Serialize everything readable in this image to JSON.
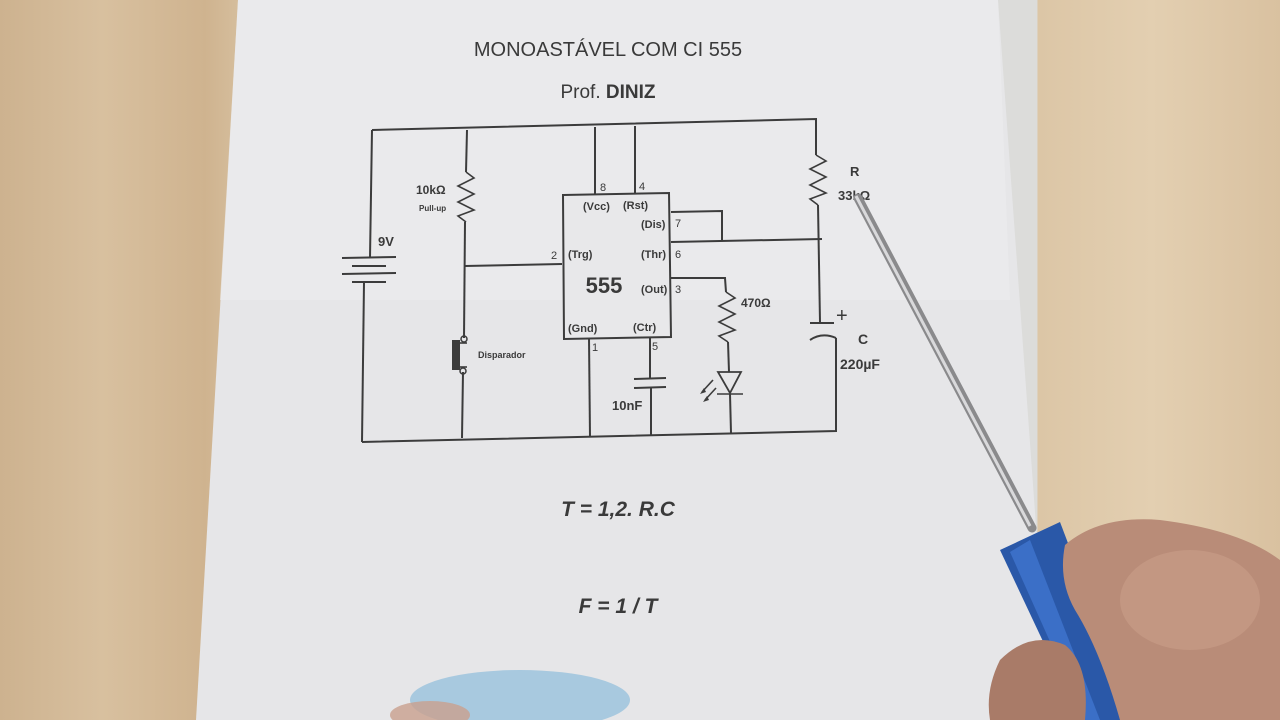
{
  "title": "MONOASTÁVEL COM CI 555",
  "author_prefix": "Prof.",
  "author_name": "DINIZ",
  "ic": {
    "name": "555",
    "pin8_num": "8",
    "pin8_label": "(Vcc)",
    "pin4_num": "4",
    "pin4_label": "(Rst)",
    "pin7_num": "7",
    "pin7_label": "(Dis)",
    "pin6_num": "6",
    "pin6_label": "(Thr)",
    "pin2_num": "2",
    "pin2_label": "(Trg)",
    "pin3_num": "3",
    "pin3_label": "(Out)",
    "pin1_num": "1",
    "pin1_label": "(Gnd)",
    "pin5_num": "5",
    "pin5_label": "(Ctr)"
  },
  "components": {
    "battery": "9V",
    "pullup_value": "10kΩ",
    "pullup_note": "Pull-up",
    "button": "Disparador",
    "r_label": "R",
    "r_value": "33kΩ",
    "c_label": "C",
    "c_value": "220µF",
    "c_plus": "+",
    "led_resistor": "470Ω",
    "ctrl_cap": "10nF"
  },
  "formulas": {
    "period": "T = 1,2. R.C",
    "frequency": "F = 1 / T"
  }
}
